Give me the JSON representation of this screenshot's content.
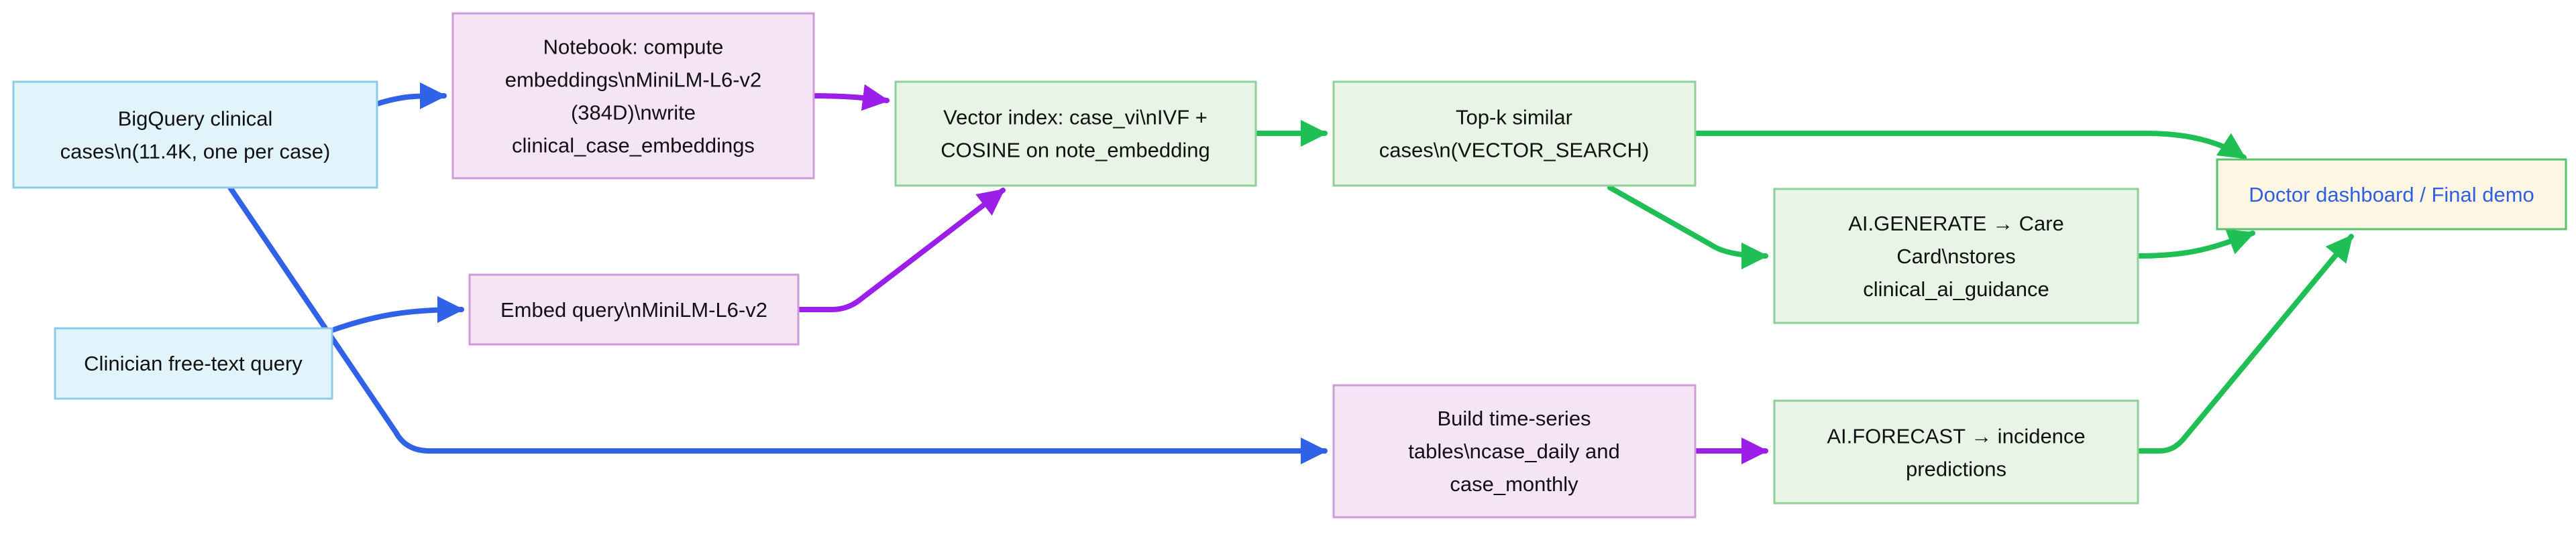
{
  "colors": {
    "blue_fill": "#e1f4fc",
    "blue_stroke": "#8ecbe6",
    "purple_fill": "#f4e4f6",
    "purple_stroke": "#cf9ad8",
    "green_fill": "#e8f5e6",
    "green_stroke": "#8fcf98",
    "dashboard_fill": "#fdf6e2",
    "dashboard_stroke": "#58c26e",
    "edge_blue": "#2f62e6",
    "edge_purple": "#9b1fe8",
    "edge_green": "#1fbf55",
    "dashboard_text": "#2f5fe0"
  },
  "nodes": {
    "bigquery": {
      "lines": [
        "BigQuery clinical",
        "cases\\n(11.4K, one per case)"
      ]
    },
    "clinician": {
      "lines": [
        "Clinician free-text query"
      ]
    },
    "notebook": {
      "lines": [
        "Notebook: compute",
        "embeddings\\nMiniLM-L6-v2",
        "(384D)\\nwrite",
        "clinical_case_embeddings"
      ]
    },
    "embed_query": {
      "lines": [
        "Embed query\\nMiniLM-L6-v2"
      ]
    },
    "vector_index": {
      "lines": [
        "Vector index: case_vi\\nIVF +",
        "COSINE on note_embedding"
      ]
    },
    "topk": {
      "lines": [
        "Top-k similar",
        "cases\\n(VECTOR_SEARCH)"
      ]
    },
    "timeseries": {
      "lines": [
        "Build time-series",
        "tables\\ncase_daily and",
        "case_monthly"
      ]
    },
    "generate": {
      "lines": [
        "AI.GENERATE → Care",
        "Card\\nstores",
        "clinical_ai_guidance"
      ]
    },
    "forecast": {
      "lines": [
        "AI.FORECAST → incidence",
        "predictions"
      ]
    },
    "dashboard": {
      "lines": [
        "Doctor dashboard / Final demo"
      ]
    }
  }
}
